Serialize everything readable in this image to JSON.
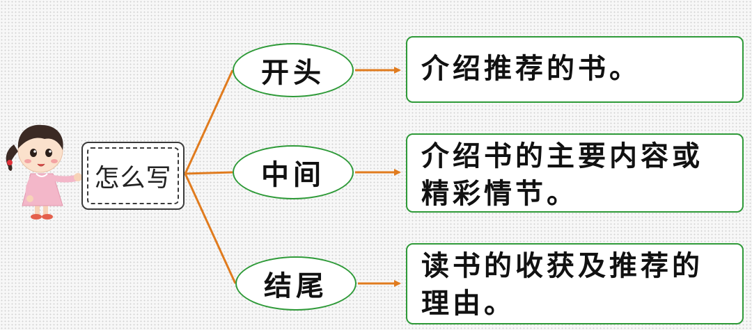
{
  "root": {
    "label": "怎么写"
  },
  "nodes": [
    {
      "label": "开头",
      "detail": "介绍推荐的书。"
    },
    {
      "label": "中间",
      "detail": "介绍书的主要内容或精彩情节。"
    },
    {
      "label": "结尾",
      "detail": "读书的收获及推荐的理由。"
    }
  ],
  "colors": {
    "connector": "#e07b1e",
    "node_border": "#2e9a38"
  },
  "icons": [
    "girl-illustration"
  ]
}
